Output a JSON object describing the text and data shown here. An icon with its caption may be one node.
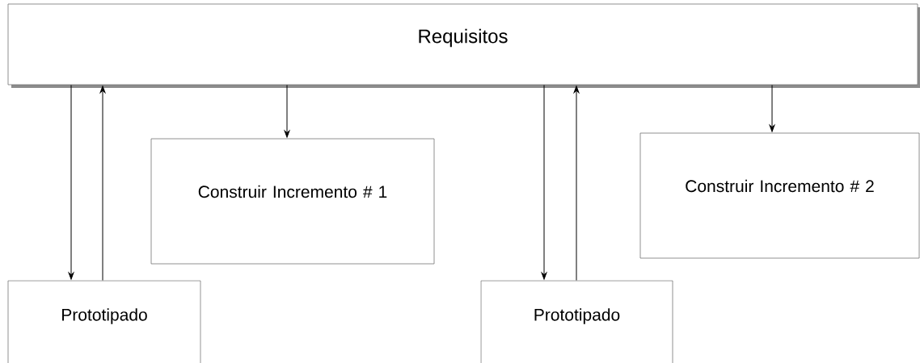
{
  "diagram": {
    "nodes": [
      {
        "text": [
          "Requisitos"
        ]
      },
      {
        "text": [
          "Construir Incremento # 1"
        ]
      },
      {
        "text": [
          "Construir Incremento # 2"
        ]
      },
      {
        "text": [
          "Prototipado"
        ]
      },
      {
        "text": [
          "Prototipado"
        ]
      }
    ],
    "edges": [
      {
        "from": 0,
        "to": 3,
        "arrow": "to"
      },
      {
        "from": 3,
        "to": 0,
        "arrow": "to"
      },
      {
        "from": 0,
        "to": 1,
        "arrow": "to"
      },
      {
        "from": 0,
        "to": 4,
        "arrow": "to"
      },
      {
        "from": 4,
        "to": 0,
        "arrow": "to"
      },
      {
        "from": 0,
        "to": 2,
        "arrow": "to"
      }
    ]
  }
}
